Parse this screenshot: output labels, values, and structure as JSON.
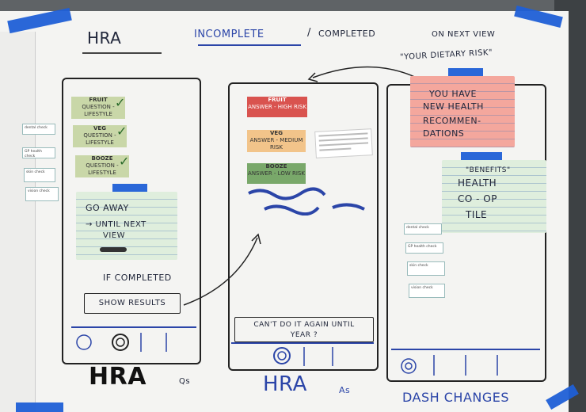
{
  "board_title": "HRA",
  "header_incomplete": "INCOMPLETE",
  "header_slash": "/",
  "header_completed": "COMPLETED",
  "header_next_view": "ON NEXT VIEW",
  "dietary_quote": "\"YOUR DIETARY RISK\"",
  "frame1": {
    "cards": [
      {
        "title": "FRUIT",
        "line1": "QUESTION -",
        "line2": "LIFESTYLE",
        "check": "✓"
      },
      {
        "title": "VEG",
        "line1": "QUESTION -",
        "line2": "LIFESTYLE",
        "check": "✓"
      },
      {
        "title": "BOOZE",
        "line1": "QUESTION -",
        "line2": "LIFESTYLE",
        "check": "✓"
      }
    ],
    "sticky_line1": "GO AWAY",
    "sticky_line2": "→ UNTIL NEXT",
    "sticky_line3": "VIEW",
    "if_completed": "IF COMPLETED",
    "show_results": "SHOW RESULTS",
    "caption": "HRA",
    "caption_suffix": "Qs"
  },
  "frame2": {
    "cards": [
      {
        "title": "FRUIT",
        "line1": "ANSWER - HIGH RISK",
        "color": "#d9534f"
      },
      {
        "title": "VEG",
        "line1": "ANSWER - MEDIUM",
        "line2": "RISK",
        "color": "#f2c48a"
      },
      {
        "title": "BOOZE",
        "line1": "ANSWER - LOW RISK",
        "color": "#79a86a"
      }
    ],
    "cant_do": "CAN'T DO IT AGAIN UNTIL",
    "year": "YEAR ?",
    "caption": "HRA",
    "caption_suffix": "As"
  },
  "frame3": {
    "sticky_pink_1": "YOU HAVE",
    "sticky_pink_2": "NEW HEALTH",
    "sticky_pink_3": "RECOMMEN-",
    "sticky_pink_4": "DATIONS",
    "benefits": "\"BENEFITS\"",
    "tile_1": "HEALTH",
    "tile_2": "CO - OP",
    "tile_3": "TILE",
    "caption": "DASH CHANGES",
    "tiny_cards": [
      "dental check",
      "GP health check",
      "skin check",
      "vision check"
    ]
  },
  "left_tiny_cards": [
    "dental check",
    "GP health check",
    "skin check",
    "vision check"
  ]
}
